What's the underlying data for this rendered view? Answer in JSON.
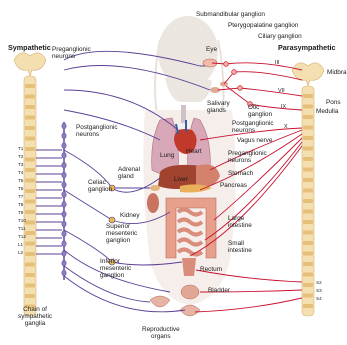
{
  "titles": {
    "sympathetic": "Sympathetic",
    "parasympathetic": "Parasympathetic"
  },
  "labels": {
    "preganglionic_left": "Preganglionic\nneurons",
    "postganglionic_left": "Postganglionic\nneurons",
    "celiac": "Celiac\nganglion",
    "adrenal": "Adrenal\ngland",
    "kidney": "Kidney",
    "superior_mesenteric": "Superior\nmesenteric\nganglion",
    "inferior_mesenteric": "Inferior\nmesenteric\nganglion",
    "chain": "Chain of\nsympathetic\nganglia",
    "reproductive": "Reproductive\norgans",
    "submandibular": "Submandibular ganglion",
    "pterygopalatine": "Pterygopalatine ganglion",
    "ciliary": "Ciliary ganglion",
    "eye": "Eye",
    "midbrain": "Midbra",
    "pons": "Pons",
    "medulla": "Medulla",
    "salivary": "Salivary\nglands",
    "otic": "Otic\nganglion",
    "postganglionic_right": "Postganglionic\nneurons",
    "vagus": "Vagus nerve",
    "heart": "Heart",
    "lung": "Lung",
    "preganglionic_right": "Preganglionic\nneurons",
    "stomach": "Stomach",
    "liver": "Liver",
    "pancreas": "Pancreas",
    "large_intestine": "Large\nintestine",
    "small_intestine": "Small\nintestine",
    "rectum": "Rectum",
    "bladder": "Bladder",
    "cn_III": "III",
    "cn_VII": "VII",
    "cn_IX": "IX",
    "cn_X": "X"
  },
  "spinal_levels": [
    "T1",
    "T2",
    "T3",
    "T4",
    "T5",
    "T6",
    "T7",
    "T8",
    "T9",
    "T10",
    "T11",
    "T12",
    "L1",
    "L2"
  ],
  "sacral_levels": [
    "S2",
    "S3",
    "S4"
  ],
  "colors": {
    "sympathetic_nerve": "#5a3f95",
    "parasympathetic_nerve": "#c8102e",
    "spine": "#f3dfb0",
    "spine_segment": "#e6c07a",
    "heart": "#c0392b",
    "lung": "#d9a8b8",
    "liver": "#a0442f",
    "intestine": "#e49a86",
    "head": "#ede7e1"
  }
}
